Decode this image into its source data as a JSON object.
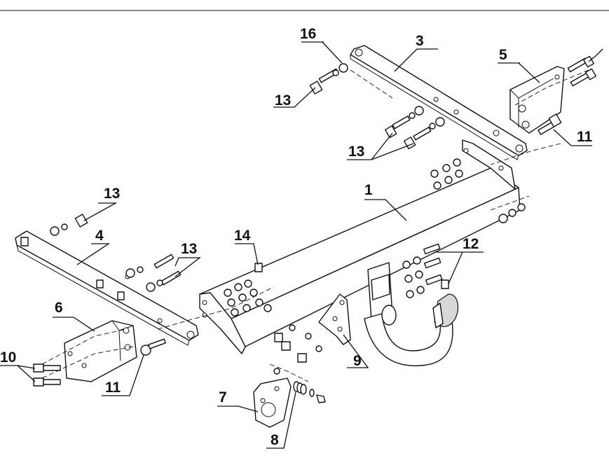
{
  "callouts": {
    "c1": "1",
    "c3": "3",
    "c4": "4",
    "c5": "5",
    "c6": "6",
    "c7": "7",
    "c8": "8",
    "c9": "9",
    "c10": "10",
    "c11a": "11",
    "c11b": "11",
    "c12": "12",
    "c13a": "13",
    "c13b": "13",
    "c13c": "13",
    "c13d": "13",
    "c14": "14",
    "c16": "16"
  }
}
